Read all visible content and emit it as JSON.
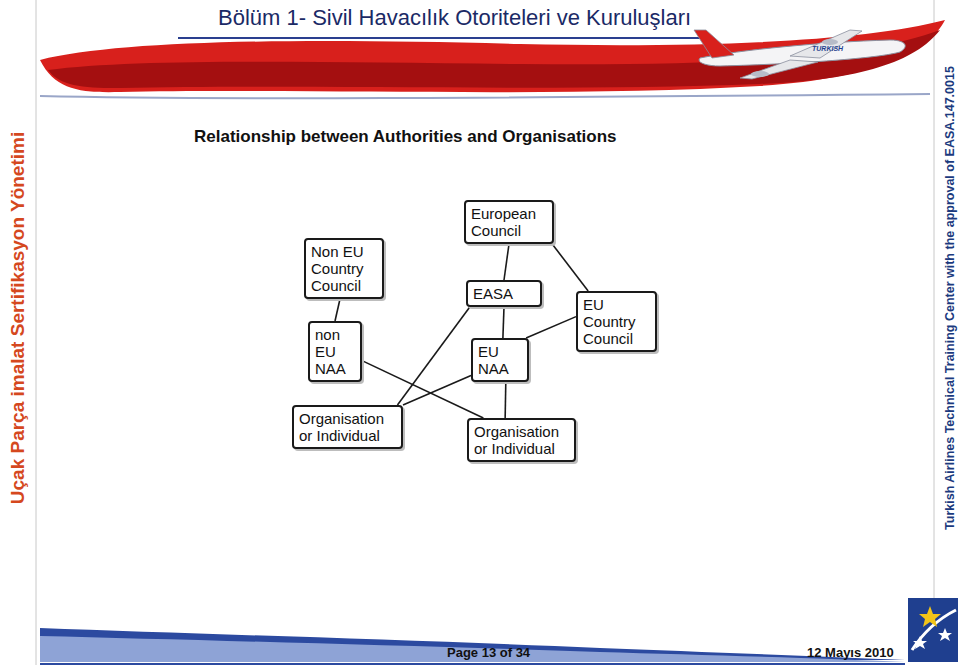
{
  "diagram": {
    "title": "Relationship between Authorities and Organisations",
    "nodes": [
      {
        "text": [
          "European Council"
        ]
      },
      {
        "text": [
          "Non EU Country Council"
        ]
      },
      {
        "text": [
          "EASA"
        ]
      },
      {
        "text": [
          "EU Country Council"
        ]
      },
      {
        "text": [
          "non EU NAA"
        ]
      },
      {
        "text": [
          "EU NAA"
        ]
      },
      {
        "text": [
          "Organisation or Individual"
        ]
      },
      {
        "text": [
          "Organisation or Individual"
        ]
      }
    ],
    "edges": [
      {
        "from": 0,
        "to": 2,
        "arrow": "none"
      },
      {
        "from": 0,
        "to": 3,
        "arrow": "none"
      },
      {
        "from": 1,
        "to": 4,
        "arrow": "none"
      },
      {
        "from": 2,
        "to": 5,
        "arrow": "none"
      },
      {
        "from": 5,
        "to": 3,
        "arrow": "none"
      },
      {
        "from": 2,
        "to": 6,
        "arrow": "none"
      },
      {
        "from": 5,
        "to": 6,
        "arrow": "none"
      },
      {
        "from": 4,
        "to": 7,
        "arrow": "none"
      },
      {
        "from": 5,
        "to": 7,
        "arrow": "none"
      }
    ],
    "labels": [
      "Bölüm 1- Sivil Havacılık Otoriteleri ve Kuruluşları",
      "TURKISH",
      "Uçak Parça imalat Sertifikasyon Yönetimi",
      "Turkish Airlines Technical Training Center with the approval of EASA.147.0015",
      "Page 13 of 34",
      "12 Mayıs 2010"
    ]
  }
}
